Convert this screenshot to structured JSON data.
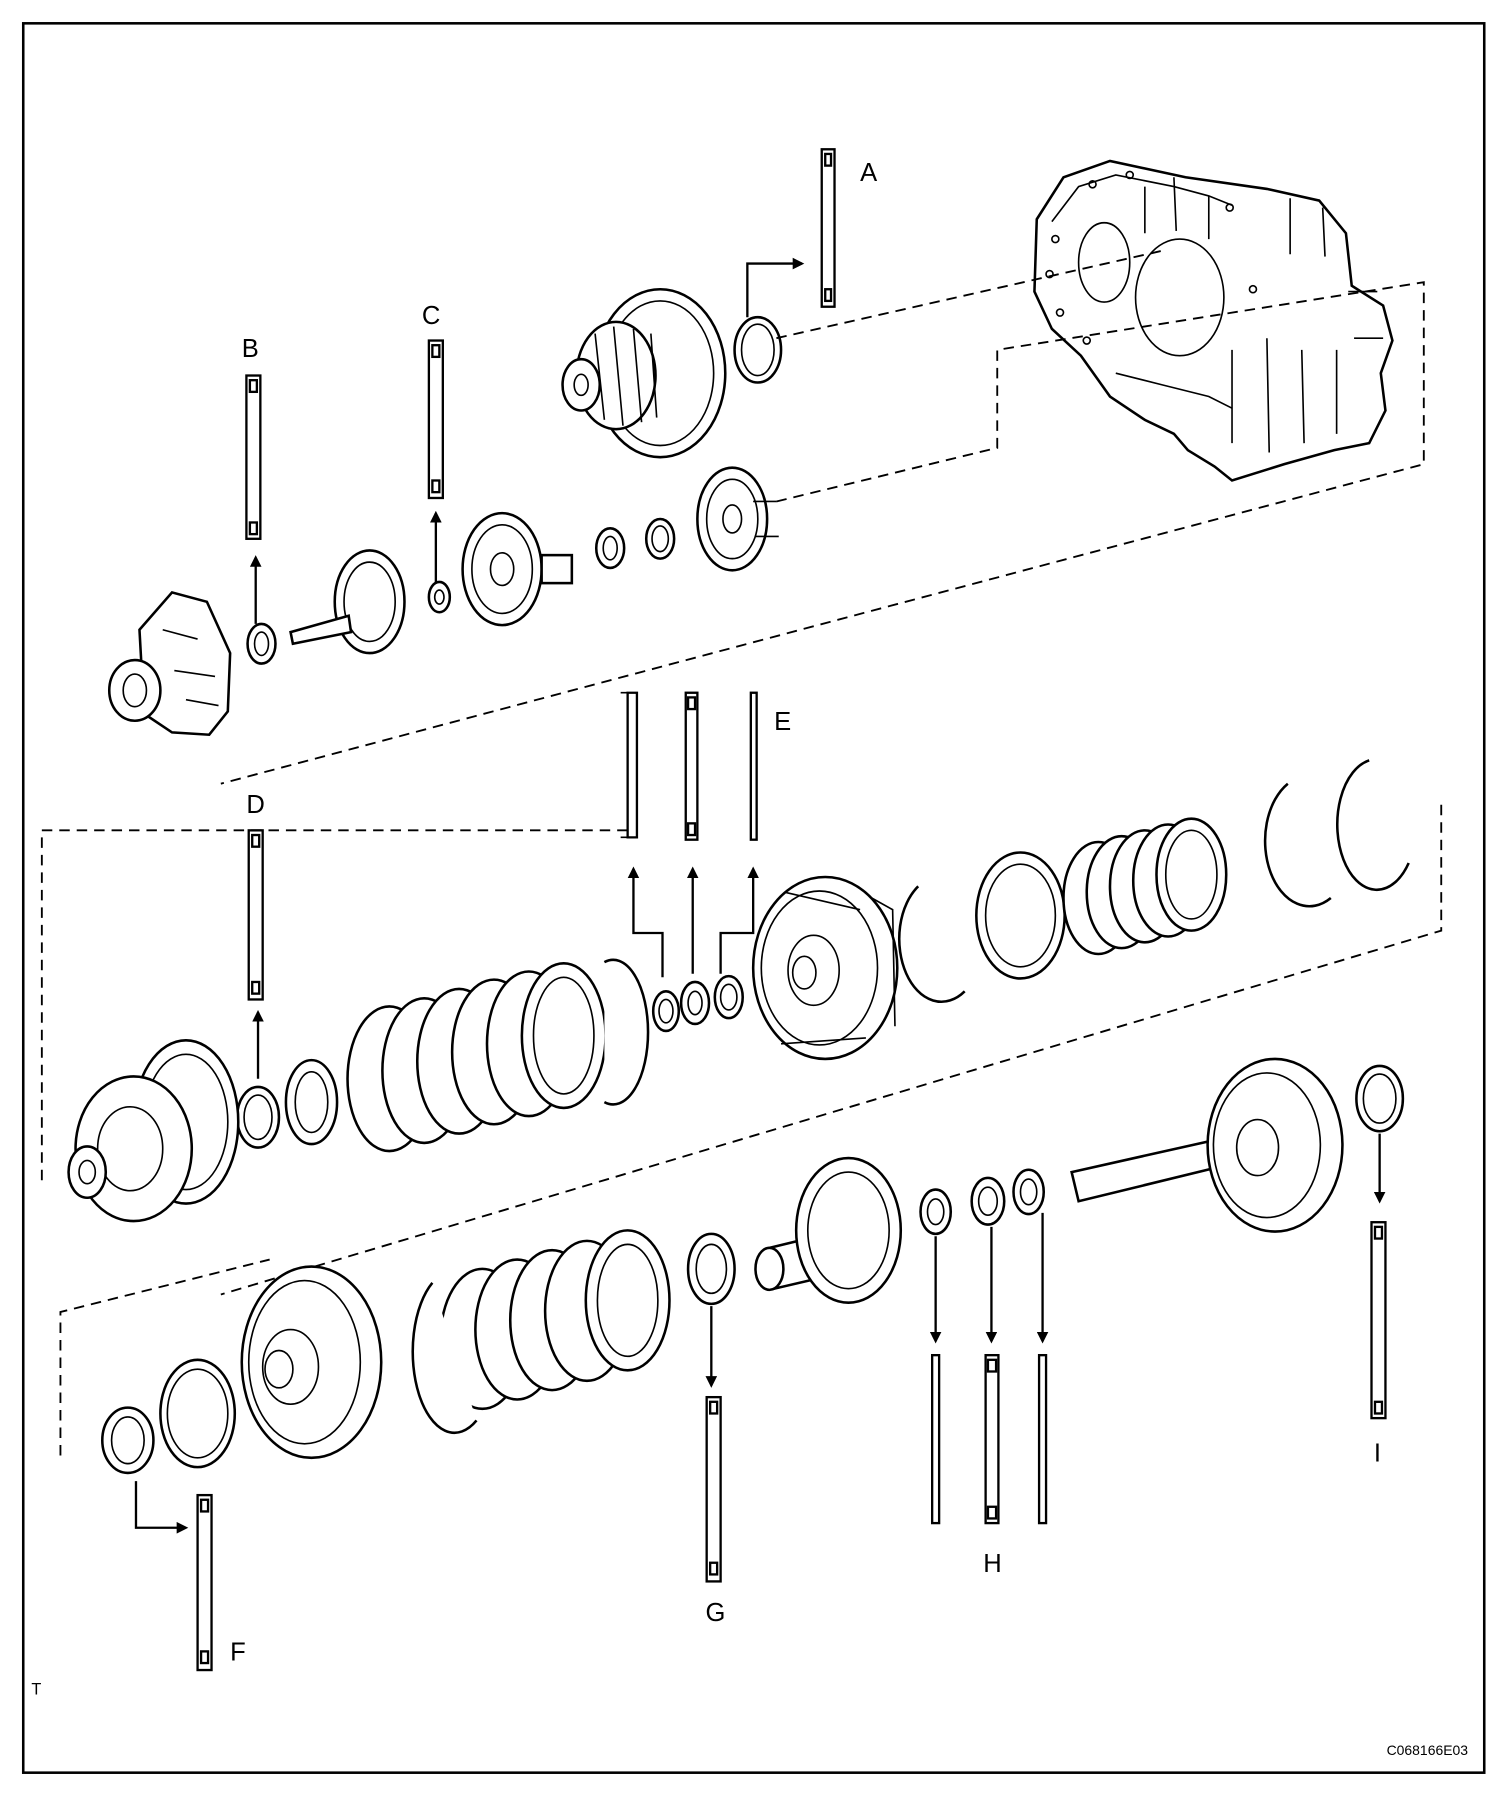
{
  "labels": {
    "A": "A",
    "B": "B",
    "C": "C",
    "D": "D",
    "E": "E",
    "F": "F",
    "G": "G",
    "H": "H",
    "I": "I"
  },
  "corner_mark": "T",
  "figure_code": "C068166E03"
}
